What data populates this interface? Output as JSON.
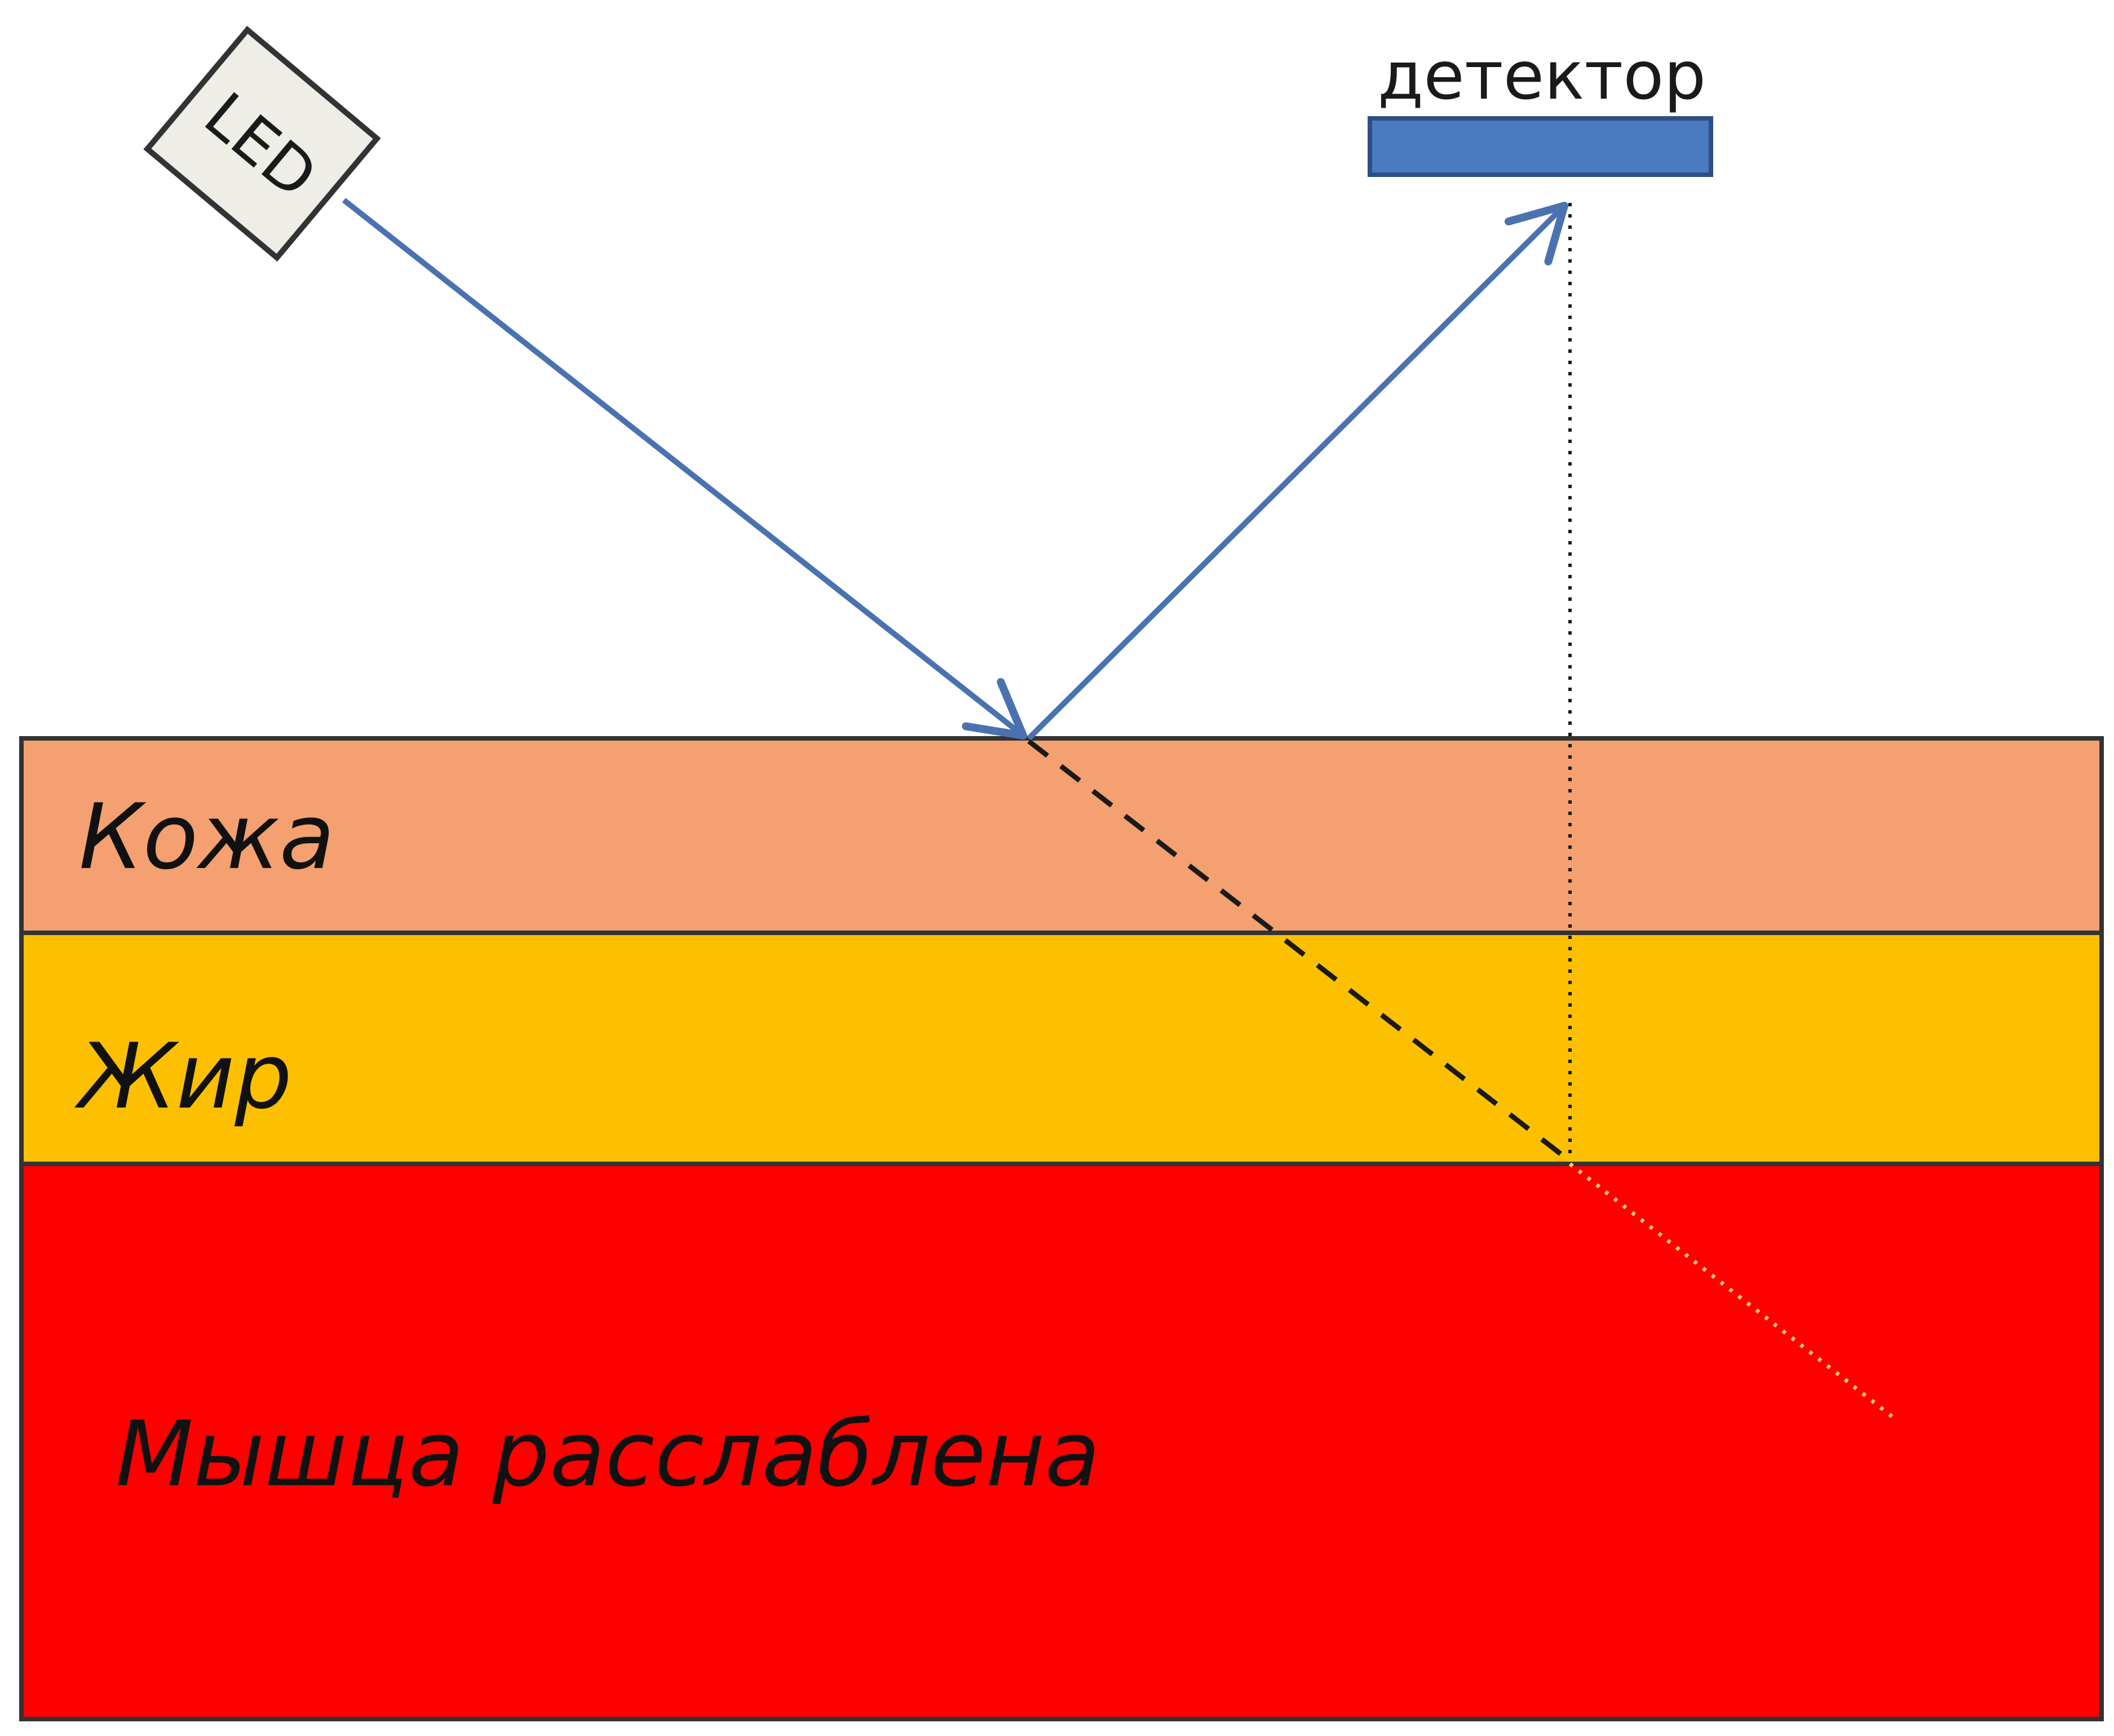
{
  "led": {
    "label": "LED"
  },
  "detector": {
    "label": "детектор"
  },
  "layers": {
    "skin": {
      "label": "Кожа"
    },
    "fat": {
      "label": "Жир"
    },
    "muscle": {
      "label": "Мышца расслаблена"
    }
  },
  "colors": {
    "skin": "#F4A070",
    "fat": "#FCC000",
    "muscle": "#FF0000",
    "beam": "#4A72B0",
    "detector": "#4A7AC0",
    "led_body": "#EEEDE6",
    "outline": "#333333",
    "dashed_path": "#1a1a1a",
    "muscle_path": "#FFD060"
  }
}
